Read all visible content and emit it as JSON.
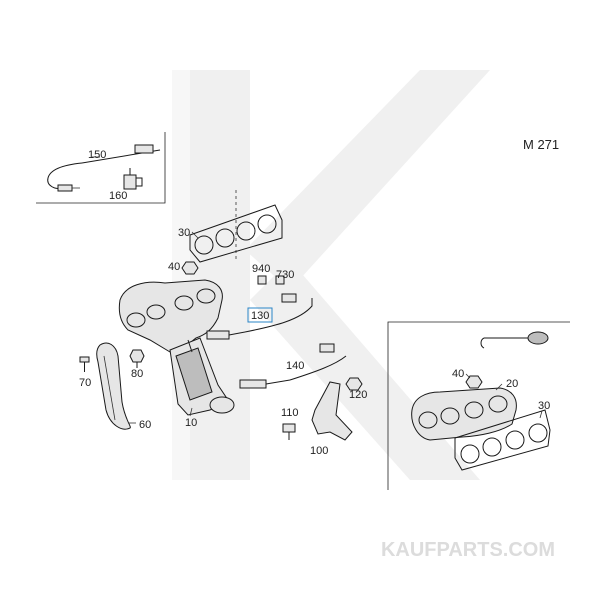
{
  "model_label": "M 271",
  "watermark_text": "KAUFPARTS.COM",
  "highlight_color": "#2a86c7",
  "callouts": {
    "c150": "150",
    "c160": "160",
    "c30a": "30",
    "c40a": "40",
    "c940": "940",
    "c730": "730",
    "c130": "130",
    "c70": "70",
    "c80": "80",
    "c140": "140",
    "c120": "120",
    "c110": "110",
    "c100": "100",
    "c60": "60",
    "c10": "10",
    "c40b": "40",
    "c20": "20",
    "c30b": "30"
  }
}
